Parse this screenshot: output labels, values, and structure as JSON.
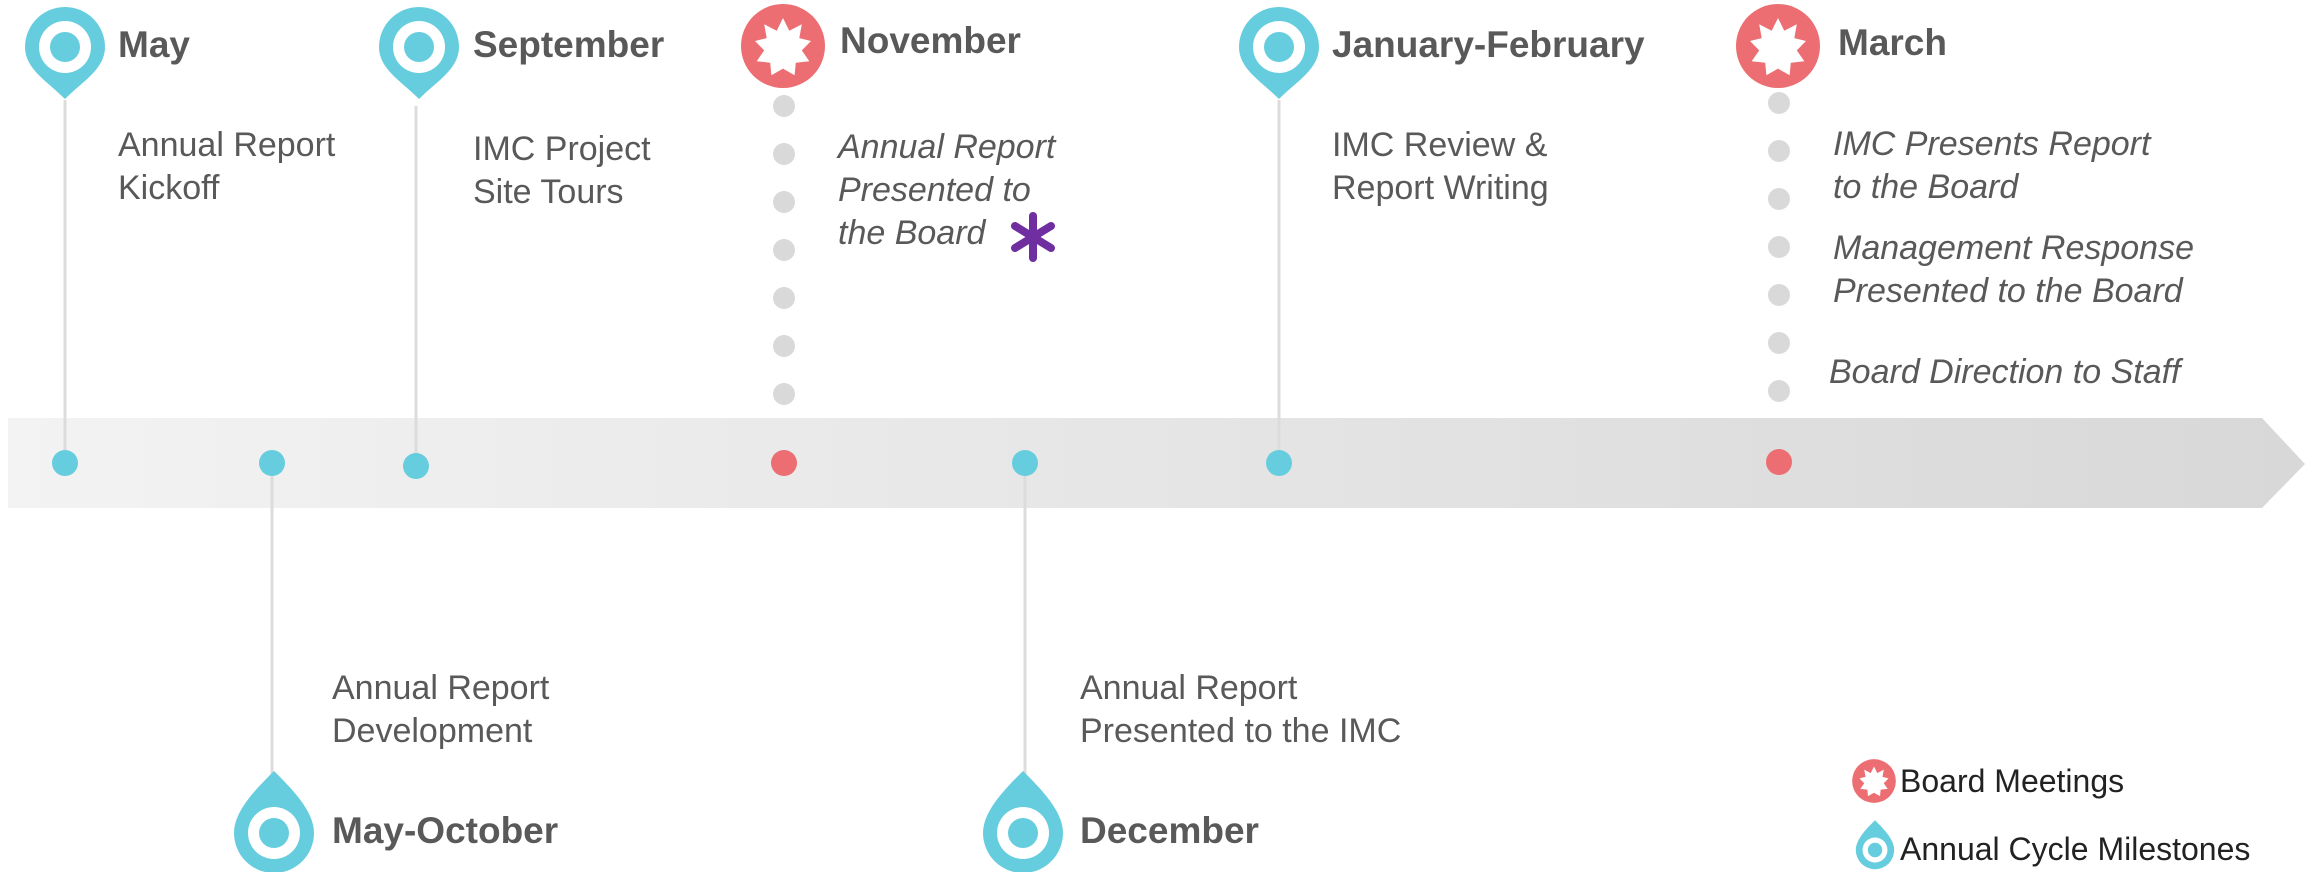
{
  "colors": {
    "milestone": "#65cdde",
    "board": "#ec6e72",
    "asterisk": "#6f2fa0",
    "text": "#595959",
    "dots": "#d9d9d9",
    "arrow": "#e4e4e4"
  },
  "milestones": {
    "may": {
      "month": "May",
      "desc": [
        "Annual Report",
        "Kickoff"
      ]
    },
    "may_october": {
      "month": "May-October",
      "desc": [
        "Annual Report",
        "Development"
      ]
    },
    "september": {
      "month": "September",
      "desc": [
        "IMC Project",
        "Site Tours"
      ]
    },
    "november": {
      "month": "November",
      "desc": [
        "Annual Report",
        "Presented to",
        "the Board"
      ],
      "note_icon": "asterisk-icon"
    },
    "december": {
      "month": "December",
      "desc": [
        "Annual Report",
        "Presented to the IMC"
      ]
    },
    "january_february": {
      "month": "January-February",
      "desc": [
        "IMC Review &",
        "Report Writing"
      ]
    },
    "march": {
      "month": "March",
      "items": [
        [
          "IMC Presents Report",
          "to the Board"
        ],
        [
          "Management Response",
          "Presented to the Board"
        ],
        [
          "Board Direction to Staff"
        ]
      ]
    }
  },
  "legend": {
    "board_meetings": "Board Meetings",
    "annual_cycle_milestones": "Annual Cycle Milestones"
  }
}
